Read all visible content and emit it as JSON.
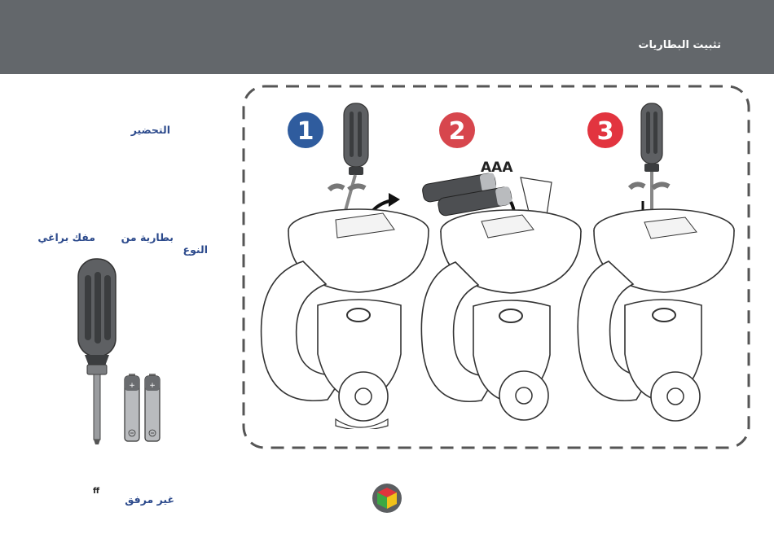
{
  "header": {
    "title": "تثبيت البطاريات"
  },
  "sidebar": {
    "preparation": "التحضير",
    "battery_type": "بطارية من",
    "type_suffix": "النوع",
    "screwdriver": "مفك براغي",
    "not_included": "غير مرفق",
    "mark": "ff"
  },
  "steps": [
    {
      "number": "1",
      "color": "#2f5c9e"
    },
    {
      "number": "2",
      "color": "#d7464d"
    },
    {
      "number": "3",
      "color": "#e2343f"
    }
  ],
  "battery_label": "AAA"
}
